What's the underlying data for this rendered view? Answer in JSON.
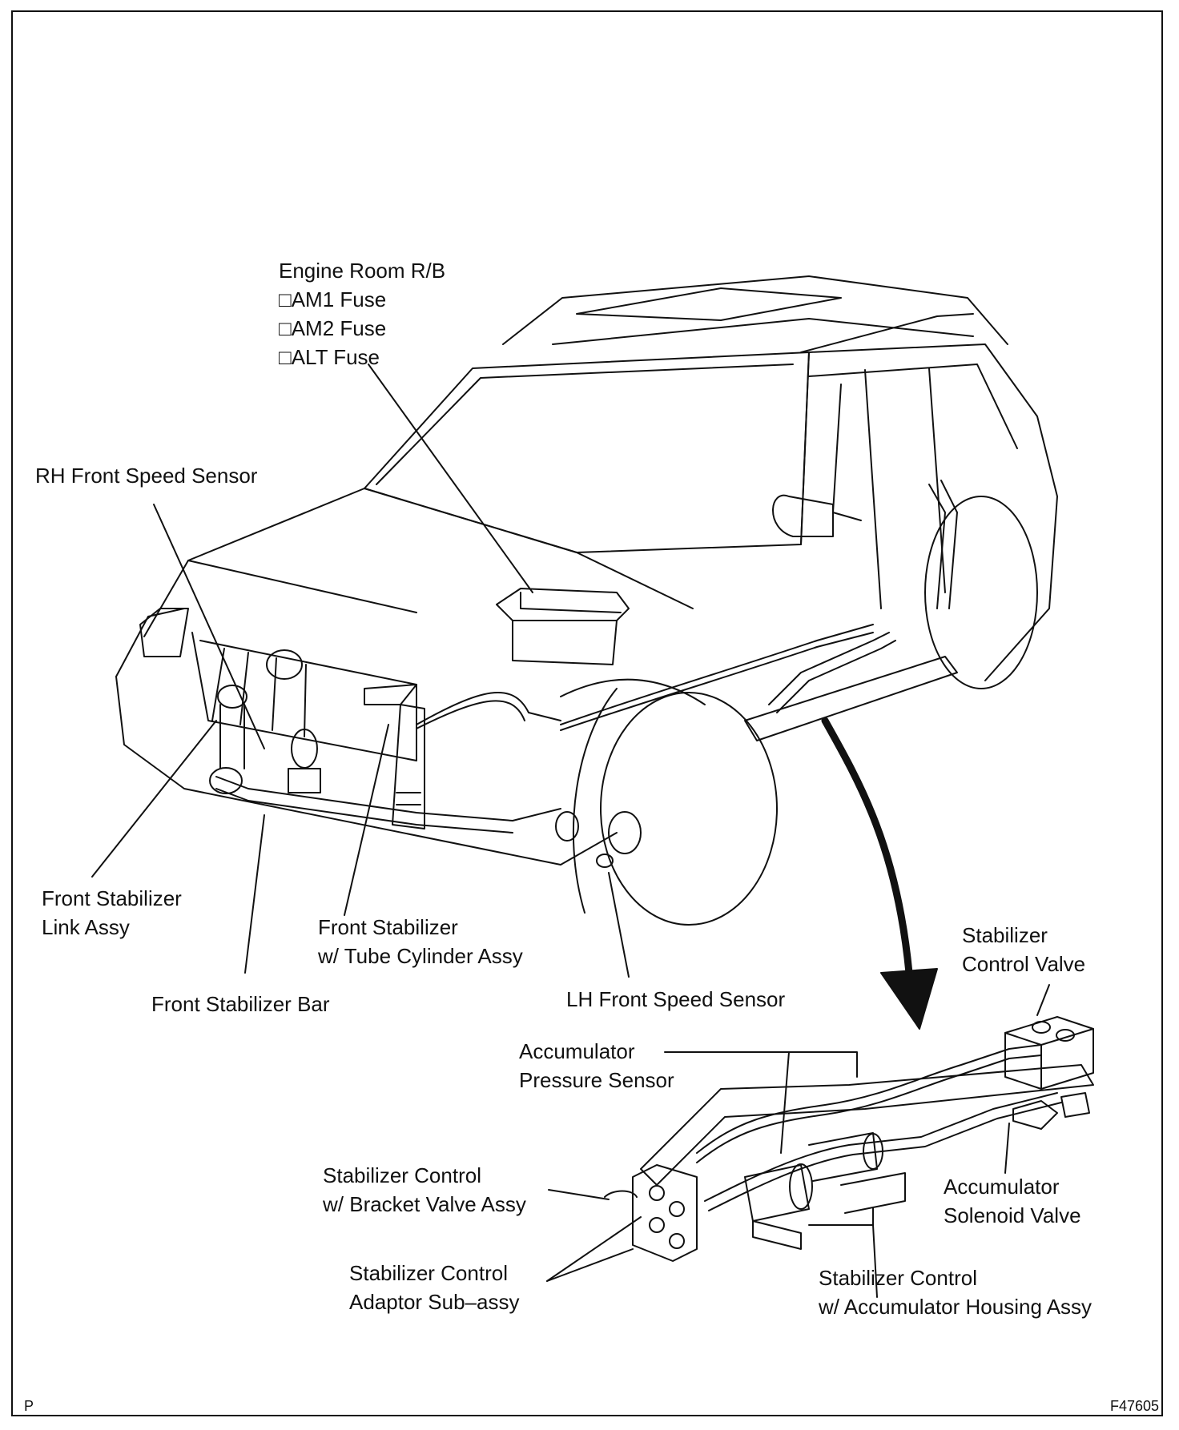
{
  "labels": {
    "engine_room": [
      "Engine Room R/B",
      "□AM1 Fuse",
      "□AM2 Fuse",
      "□ALT Fuse"
    ],
    "rh_front_speed_sensor": "RH Front Speed Sensor",
    "front_stabilizer_link": [
      "Front Stabilizer",
      "Link Assy"
    ],
    "front_stabilizer_tube": [
      "Front Stabilizer",
      "w/ Tube Cylinder Assy"
    ],
    "front_stabilizer_bar": "Front Stabilizer Bar",
    "lh_front_speed_sensor": "LH Front Speed Sensor",
    "stabilizer_control_valve": [
      "Stabilizer",
      "Control Valve"
    ],
    "accumulator_pressure_sensor": [
      "Accumulator",
      "Pressure Sensor"
    ],
    "stabilizer_control_bracket": [
      "Stabilizer Control",
      "w/ Bracket Valve Assy"
    ],
    "accumulator_solenoid": [
      "Accumulator",
      "Solenoid Valve"
    ],
    "stabilizer_adaptor": [
      "Stabilizer Control",
      "Adaptor Sub–assy"
    ],
    "stabilizer_accumulator_housing": [
      "Stabilizer Control",
      "w/ Accumulator Housing Assy"
    ]
  },
  "corner": {
    "left": "P",
    "right": "F47605"
  }
}
